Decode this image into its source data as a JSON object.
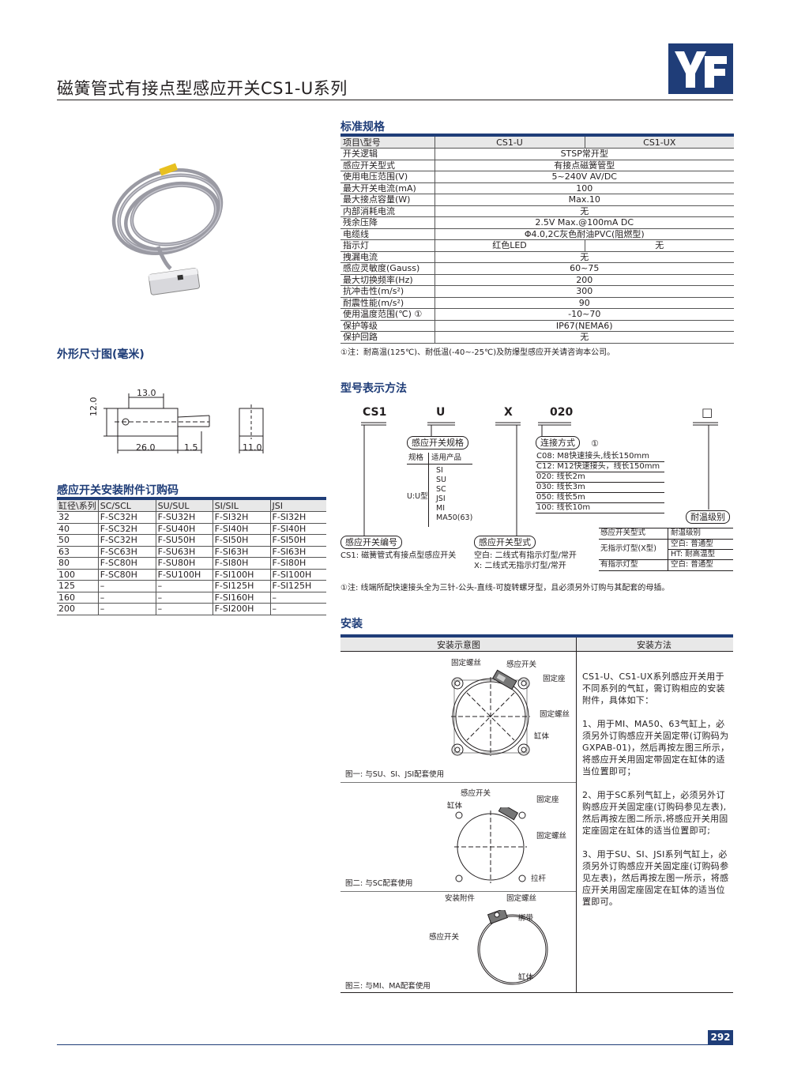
{
  "header": {
    "title": "磁簧管式有接点型感应开关CS1-U系列",
    "logo_text": "YF",
    "brand_color": "#1f3d78"
  },
  "spec": {
    "heading": "标准规格",
    "col_item": "项目\\型号",
    "col_u": "CS1-U",
    "col_ux": "CS1-UX",
    "rows": [
      {
        "label": "开关逻辑",
        "value": "STSP常开型"
      },
      {
        "label": "感应开关型式",
        "value": "有接点磁簧管型"
      },
      {
        "label": "使用电压范围(V)",
        "value": "5~240V AV/DC"
      },
      {
        "label": "最大开关电流(mA)",
        "value": "100"
      },
      {
        "label": "最大接点容量(W)",
        "value": "Max.10"
      },
      {
        "label": "内部消耗电流",
        "value": "无"
      },
      {
        "label": "残余压降",
        "value": "2.5V Max.@100mA DC"
      },
      {
        "label": "电缆线",
        "value": "Φ4.0,2C灰色耐油PVC(阻燃型)"
      },
      {
        "label": "指示灯",
        "value_u": "红色LED",
        "value_ux": "无"
      },
      {
        "label": "拽漏电流",
        "value": "无"
      },
      {
        "label": "感应灵敏度(Gauss)",
        "value": "60~75"
      },
      {
        "label": "最大切换频率(Hz)",
        "value": "200"
      },
      {
        "label": "抗冲击性(m/s²)",
        "value": "300"
      },
      {
        "label": "耐震性能(m/s²)",
        "value": "90"
      },
      {
        "label": "使用温度范围(℃) ①",
        "value": "-10~70"
      },
      {
        "label": "保护等级",
        "value": "IP67(NEMA6)"
      },
      {
        "label": "保护回路",
        "value": "无"
      }
    ],
    "note": "①注：耐高温(125℃)、耐低温(-40~-25℃)及防爆型感应开关请咨询本公司。"
  },
  "dimensions": {
    "heading": "外形尺寸图(毫米)",
    "d_top": "13.0",
    "d_height": "12.0",
    "d_length": "26.0",
    "d_cable": "1.5",
    "d_width": "11.0"
  },
  "accessories": {
    "heading": "感应开关安装附件订购码",
    "headers": [
      "缸径\\系列",
      "SC/SCL",
      "SU/SUL",
      "SI/SIL",
      "JSI"
    ],
    "rows": [
      [
        "32",
        "F-SC32H",
        "F-SU32H",
        "F-SI32H",
        "F-SI32H"
      ],
      [
        "40",
        "F-SC32H",
        "F-SU40H",
        "F-SI40H",
        "F-SI40H"
      ],
      [
        "50",
        "F-SC32H",
        "F-SU50H",
        "F-SI50H",
        "F-SI50H"
      ],
      [
        "63",
        "F-SC63H",
        "F-SU63H",
        "F-SI63H",
        "F-SI63H"
      ],
      [
        "80",
        "F-SC80H",
        "F-SU80H",
        "F-SI80H",
        "F-SI80H"
      ],
      [
        "100",
        "F-SC80H",
        "F-SU100H",
        "F-SI100H",
        "F-SI100H"
      ],
      [
        "125",
        "–",
        "–",
        "F-SI125H",
        "F-SI125H"
      ],
      [
        "160",
        "–",
        "–",
        "F-SI160H",
        "–"
      ],
      [
        "200",
        "–",
        "–",
        "F-SI200H",
        "–"
      ]
    ]
  },
  "model_code": {
    "heading": "型号表示方法",
    "seg1": "CS1",
    "seg2": "U",
    "seg3": "X",
    "seg4": "020",
    "seg5": "□",
    "spec_label": "感应开关规格",
    "spec_col1": "规格",
    "spec_col2": "适用产品",
    "spec_type": "U:U型",
    "spec_products": [
      "SI",
      "SU",
      "SC",
      "JSI",
      "MI",
      "MA50(63)"
    ],
    "conn_label": "连接方式",
    "conn_mark": "①",
    "conn_items": [
      "C08: M8快速接头,线长150mm",
      "C12: M12快速接头，线长150mm",
      "020: 线长2m",
      "030: 线长3m",
      "050: 线长5m",
      "100: 线长10m"
    ],
    "num_label": "感应开关编号",
    "num_desc": "CS1: 磁簧管式有接点型感应开关",
    "type_label": "感应开关型式",
    "type_desc1": "空白: 二线式有指示灯型/常开",
    "type_desc2": "X: 二线式无指示灯型/常开",
    "temp_label": "耐温级别",
    "temp_col1": "感应开关型式",
    "temp_col2": "耐温级别",
    "temp_row1a": "无指示灯型(X型)",
    "temp_row1b": "空白: 普通型",
    "temp_row1c": "HT: 耐高温型",
    "temp_row2a": "有指示灯型",
    "temp_row2b": "空白: 普通型",
    "note": "①注: 线端所配快速接头全为三针-公头-直线-可旋转螺牙型，且必须另外订购与其配套的母插。"
  },
  "install": {
    "heading": "安装",
    "col1": "安装示意图",
    "col2": "安装方法",
    "fig1": {
      "screw": "固定螺丝",
      "switch": "感应开关",
      "seat": "固定座",
      "screw2": "固定螺丝",
      "body": "缸体",
      "caption": "图一: 与SU、SI、JSI配套使用"
    },
    "fig2": {
      "switch": "感应开关",
      "body": "缸体",
      "seat": "固定座",
      "screw": "固定螺丝",
      "rod": "拉杆",
      "caption": "图二: 与SC配套使用"
    },
    "fig3": {
      "acc": "安装附件",
      "screw": "固定螺丝",
      "band": "绑带",
      "switch": "感应开关",
      "body": "缸体",
      "caption": "图三: 与MI、MA配套使用"
    },
    "method_intro": "CS1-U、CS1-UX系列感应开关用于不同系列的气缸，需订购相应的安装附件，具体如下：",
    "method_1": "1、用于MI、MA50、63气缸上，必须另外订购感应开关固定带(订购码为GXPAB-01)，然后再按左图三所示，将感应开关用固定带固定在缸体的适当位置即可；",
    "method_2": "2、用于SC系列气缸上，必须另外订购感应开关固定座(订购码参见左表),然后再按左图二所示,将感应开关用固定座固定在缸体的适当位置即可;",
    "method_3": "3、用于SU、SI、JSI系列气缸上，必须另外订购感应开关固定座(订购码参见左表)，然后再按左图一所示，将感应开关用固定座固定在缸体的适当位置即可。"
  },
  "footer": {
    "page": "292"
  }
}
